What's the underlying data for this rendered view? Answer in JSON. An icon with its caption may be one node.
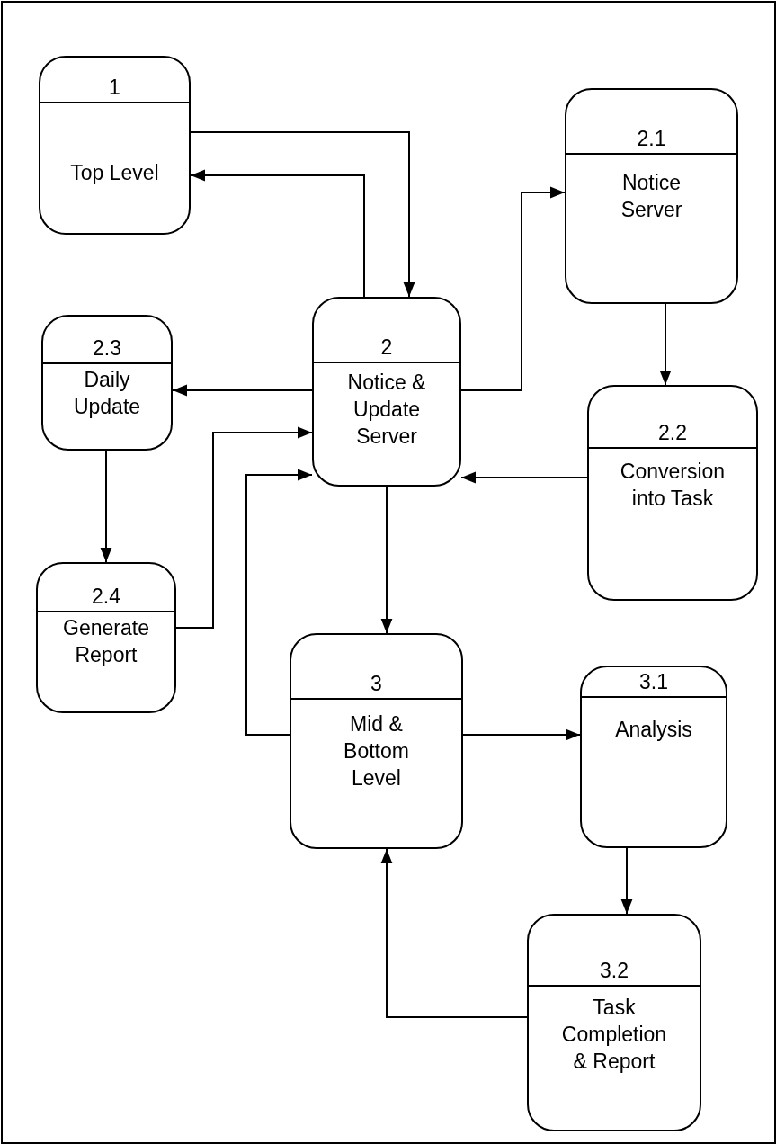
{
  "diagram": {
    "nodes": [
      {
        "text": [
          "1",
          "Top Level"
        ]
      },
      {
        "text": [
          "2.1",
          "Notice Server"
        ]
      },
      {
        "text": [
          "2.3",
          "Daily Update"
        ]
      },
      {
        "text": [
          "2",
          "Notice & Update Server"
        ]
      },
      {
        "text": [
          "2.2",
          "Conversion into Task"
        ]
      },
      {
        "text": [
          "2.4",
          "Generate Report"
        ]
      },
      {
        "text": [
          "3",
          "Mid & Bottom Level"
        ]
      },
      {
        "text": [
          "3.1",
          "Analysis"
        ]
      },
      {
        "text": [
          "3.2",
          "Task Completion & Report"
        ]
      }
    ],
    "edges": [
      {
        "from": 0,
        "to": 3,
        "arrow": "to"
      },
      {
        "from": 3,
        "to": 0,
        "arrow": "to"
      },
      {
        "from": 3,
        "to": 1,
        "arrow": "to"
      },
      {
        "from": 1,
        "to": 4,
        "arrow": "to"
      },
      {
        "from": 4,
        "to": 3,
        "arrow": "to"
      },
      {
        "from": 3,
        "to": 2,
        "arrow": "to"
      },
      {
        "from": 2,
        "to": 5,
        "arrow": "to"
      },
      {
        "from": 5,
        "to": 3,
        "arrow": "to"
      },
      {
        "from": 6,
        "to": 3,
        "arrow": "to"
      },
      {
        "from": 3,
        "to": 6,
        "arrow": "to"
      },
      {
        "from": 6,
        "to": 7,
        "arrow": "to"
      },
      {
        "from": 7,
        "to": 8,
        "arrow": "to"
      },
      {
        "from": 8,
        "to": 6,
        "arrow": "to"
      }
    ]
  }
}
